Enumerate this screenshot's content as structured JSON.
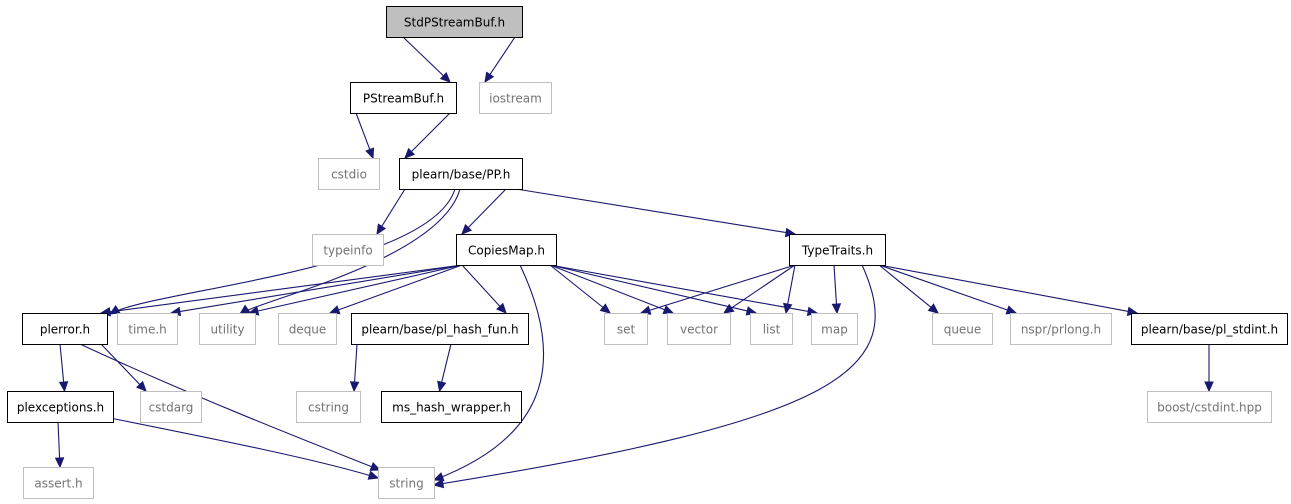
{
  "diagram": {
    "colors": {
      "edge": "#191970",
      "root_fill": "#bfbfbf",
      "internal_border": "#000000",
      "external_border": "#bfbfbf",
      "external_text": "#737373"
    },
    "nodes": [
      {
        "id": "stdpstreambuf",
        "label": "StdPStreamBuf.h",
        "kind": "root"
      },
      {
        "id": "pstreambuf",
        "label": "PStreamBuf.h",
        "kind": "internal"
      },
      {
        "id": "iostream",
        "label": "iostream",
        "kind": "external"
      },
      {
        "id": "cstdio",
        "label": "cstdio",
        "kind": "external"
      },
      {
        "id": "pp",
        "label": "plearn/base/PP.h",
        "kind": "internal"
      },
      {
        "id": "typeinfo",
        "label": "typeinfo",
        "kind": "external"
      },
      {
        "id": "copiesmap",
        "label": "CopiesMap.h",
        "kind": "internal"
      },
      {
        "id": "typetraits",
        "label": "TypeTraits.h",
        "kind": "internal"
      },
      {
        "id": "plerror",
        "label": "plerror.h",
        "kind": "internal"
      },
      {
        "id": "time",
        "label": "time.h",
        "kind": "external"
      },
      {
        "id": "utility",
        "label": "utility",
        "kind": "external"
      },
      {
        "id": "deque",
        "label": "deque",
        "kind": "external"
      },
      {
        "id": "hashfun",
        "label": "plearn/base/pl_hash_fun.h",
        "kind": "internal"
      },
      {
        "id": "set",
        "label": "set",
        "kind": "external"
      },
      {
        "id": "vector",
        "label": "vector",
        "kind": "external"
      },
      {
        "id": "list",
        "label": "list",
        "kind": "external"
      },
      {
        "id": "map",
        "label": "map",
        "kind": "external"
      },
      {
        "id": "queue",
        "label": "queue",
        "kind": "external"
      },
      {
        "id": "prlong",
        "label": "nspr/prlong.h",
        "kind": "external"
      },
      {
        "id": "stdint",
        "label": "plearn/base/pl_stdint.h",
        "kind": "internal"
      },
      {
        "id": "plexceptions",
        "label": "plexceptions.h",
        "kind": "internal"
      },
      {
        "id": "cstdarg",
        "label": "cstdarg",
        "kind": "external"
      },
      {
        "id": "cstring",
        "label": "cstring",
        "kind": "external"
      },
      {
        "id": "mshash",
        "label": "ms_hash_wrapper.h",
        "kind": "internal"
      },
      {
        "id": "cstdint",
        "label": "boost/cstdint.hpp",
        "kind": "external"
      },
      {
        "id": "assert",
        "label": "assert.h",
        "kind": "external"
      },
      {
        "id": "string",
        "label": "string",
        "kind": "external"
      }
    ],
    "edges": [
      {
        "from": "stdpstreambuf",
        "to": "pstreambuf"
      },
      {
        "from": "stdpstreambuf",
        "to": "iostream"
      },
      {
        "from": "pstreambuf",
        "to": "cstdio"
      },
      {
        "from": "pstreambuf",
        "to": "pp"
      },
      {
        "from": "pp",
        "to": "typeinfo"
      },
      {
        "from": "pp",
        "to": "copiesmap"
      },
      {
        "from": "pp",
        "to": "typetraits"
      },
      {
        "from": "pp",
        "to": "plerror"
      },
      {
        "from": "pp",
        "to": "utility"
      },
      {
        "from": "copiesmap",
        "to": "plerror"
      },
      {
        "from": "copiesmap",
        "to": "time"
      },
      {
        "from": "copiesmap",
        "to": "utility"
      },
      {
        "from": "copiesmap",
        "to": "deque"
      },
      {
        "from": "copiesmap",
        "to": "hashfun"
      },
      {
        "from": "copiesmap",
        "to": "set"
      },
      {
        "from": "copiesmap",
        "to": "vector"
      },
      {
        "from": "copiesmap",
        "to": "list"
      },
      {
        "from": "copiesmap",
        "to": "map"
      },
      {
        "from": "copiesmap",
        "to": "string"
      },
      {
        "from": "typetraits",
        "to": "set"
      },
      {
        "from": "typetraits",
        "to": "vector"
      },
      {
        "from": "typetraits",
        "to": "list"
      },
      {
        "from": "typetraits",
        "to": "map"
      },
      {
        "from": "typetraits",
        "to": "queue"
      },
      {
        "from": "typetraits",
        "to": "prlong"
      },
      {
        "from": "typetraits",
        "to": "stdint"
      },
      {
        "from": "typetraits",
        "to": "string"
      },
      {
        "from": "plerror",
        "to": "plexceptions"
      },
      {
        "from": "plerror",
        "to": "cstdarg"
      },
      {
        "from": "plerror",
        "to": "string"
      },
      {
        "from": "hashfun",
        "to": "cstring"
      },
      {
        "from": "hashfun",
        "to": "mshash"
      },
      {
        "from": "stdint",
        "to": "cstdint"
      },
      {
        "from": "plexceptions",
        "to": "assert"
      },
      {
        "from": "plexceptions",
        "to": "string"
      }
    ]
  }
}
